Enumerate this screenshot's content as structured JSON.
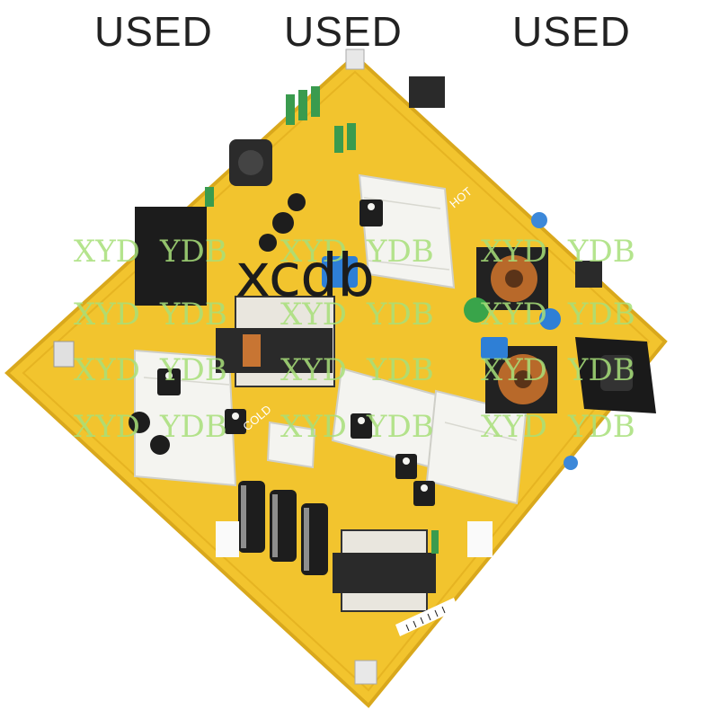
{
  "badges": [
    "USED",
    "USED",
    "USED"
  ],
  "watermark_rows": [
    [
      "XYD",
      "YDB",
      "XYD",
      "YDB",
      "XYD",
      "YDB"
    ],
    [
      "XYD",
      "YDB",
      "XYD",
      "YDB",
      "XYD",
      "YDB"
    ],
    [
      "XYD",
      "YDB",
      "XYD",
      "YDB",
      "XYD",
      "YDB"
    ],
    [
      "XYD",
      "YDB",
      "XYD",
      "YDB",
      "XYD",
      "YDB"
    ]
  ],
  "brand_watermark": "xcdb",
  "board_labels": {
    "hot": "HOT",
    "cold": "COLD"
  },
  "colors": {
    "board": "#f2c42e",
    "board_edge": "#d9a81c",
    "heatsink": "#f4f4f0",
    "watermark": "#a8e07a"
  }
}
